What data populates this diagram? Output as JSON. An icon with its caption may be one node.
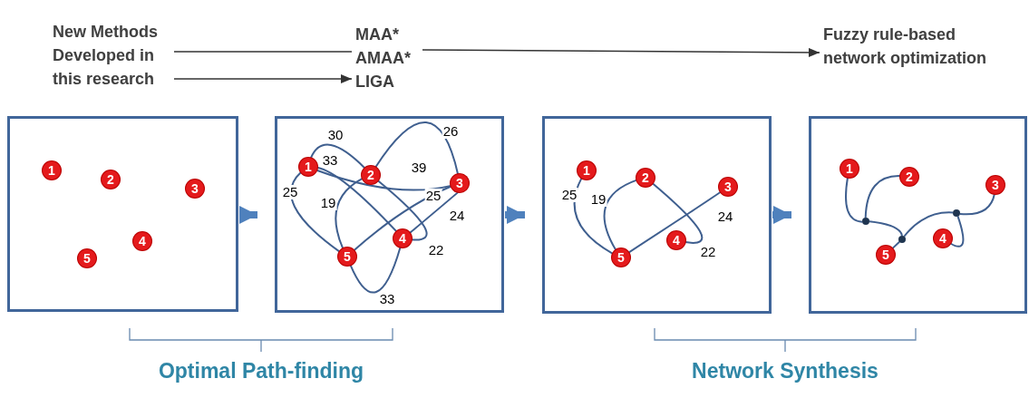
{
  "diagram": {
    "nodes": [
      {
        "text": [
          "New Methods Developed in this research"
        ]
      },
      {
        "text": [
          "MAA* AMAA* LIGA"
        ]
      },
      {
        "text": [
          "Fuzzy rule-based network optimization"
        ]
      },
      {
        "text": [],
        "shape": "box"
      },
      {
        "text": [
          "1"
        ],
        "in": 3
      },
      {
        "text": [
          "2"
        ],
        "in": 3
      },
      {
        "text": [
          "3"
        ],
        "in": 3
      },
      {
        "text": [
          "4"
        ],
        "in": 3
      },
      {
        "text": [
          "5"
        ],
        "in": 3
      },
      {
        "text": [],
        "shape": "box"
      },
      {
        "text": [
          "1"
        ],
        "in": 9
      },
      {
        "text": [
          "2"
        ],
        "in": 9
      },
      {
        "text": [
          "3"
        ],
        "in": 9
      },
      {
        "text": [
          "4"
        ],
        "in": 9
      },
      {
        "text": [
          "5"
        ],
        "in": 9
      },
      {
        "text": [],
        "shape": "box"
      },
      {
        "text": [
          "1"
        ],
        "in": 15
      },
      {
        "text": [
          "2"
        ],
        "in": 15
      },
      {
        "text": [
          "3"
        ],
        "in": 15
      },
      {
        "text": [
          "4"
        ],
        "in": 15
      },
      {
        "text": [
          "5"
        ],
        "in": 15
      },
      {
        "text": [],
        "shape": "box"
      },
      {
        "text": [
          "1"
        ],
        "in": 21
      },
      {
        "text": [
          "2"
        ],
        "in": 21
      },
      {
        "text": [
          "3"
        ],
        "in": 21
      },
      {
        "text": [
          "4"
        ],
        "in": 21
      },
      {
        "text": [
          "5"
        ],
        "in": 21
      },
      {
        "text": [],
        "shape": "circle",
        "in": 21
      },
      {
        "text": [],
        "shape": "circle",
        "in": 21
      },
      {
        "text": [],
        "shape": "circle",
        "in": 21
      }
    ],
    "edges": [
      {
        "from": 0,
        "to": 1,
        "arrow": "none",
        "color": "#333333"
      },
      {
        "from": 0,
        "to": 1,
        "arrow": "to",
        "color": "#333333"
      },
      {
        "from": 1,
        "to": 2,
        "arrow": "to",
        "color": "#333333"
      },
      {
        "from": 3,
        "to": 9,
        "arrow": "to",
        "style": "thick",
        "color": "#4f81bd"
      },
      {
        "from": 9,
        "to": 15,
        "arrow": "to",
        "style": "thick",
        "color": "#4f81bd"
      },
      {
        "from": 15,
        "to": 21,
        "arrow": "to",
        "style": "thick",
        "color": "#4f81bd"
      },
      {
        "from": 10,
        "to": 11,
        "arrow": "none",
        "label": "30"
      },
      {
        "from": 10,
        "to": 13,
        "arrow": "none",
        "label": "33"
      },
      {
        "from": 10,
        "to": 14,
        "arrow": "none",
        "label": "25"
      },
      {
        "from": 11,
        "to": 14,
        "arrow": "none",
        "label": "19"
      },
      {
        "from": 11,
        "to": 12,
        "arrow": "none",
        "label": "26"
      },
      {
        "from": 10,
        "to": 12,
        "arrow": "none",
        "label": "39"
      },
      {
        "from": 12,
        "to": 13,
        "arrow": "none",
        "label": "25"
      },
      {
        "from": 12,
        "to": 14,
        "arrow": "none",
        "label": "24"
      },
      {
        "from": 11,
        "to": 13,
        "arrow": "none",
        "label": "22"
      },
      {
        "from": 13,
        "to": 14,
        "arrow": "none",
        "label": "33"
      },
      {
        "from": 16,
        "to": 20,
        "arrow": "none",
        "label": "25"
      },
      {
        "from": 17,
        "to": 20,
        "arrow": "none",
        "label": "19"
      },
      {
        "from": 18,
        "to": 20,
        "arrow": "none",
        "label": "24"
      },
      {
        "from": 17,
        "to": 19,
        "arrow": "none",
        "label": "22"
      },
      {
        "from": 22,
        "to": 27,
        "arrow": "none"
      },
      {
        "from": 23,
        "to": 27,
        "arrow": "none"
      },
      {
        "from": 27,
        "to": 28,
        "arrow": "none"
      },
      {
        "from": 26,
        "to": 28,
        "arrow": "none"
      },
      {
        "from": 28,
        "to": 29,
        "arrow": "none"
      },
      {
        "from": 24,
        "to": 29,
        "arrow": "none"
      },
      {
        "from": 25,
        "to": 29,
        "arrow": "none"
      }
    ],
    "labels": [
      "Optimal Path-finding",
      "Network Synthesis"
    ]
  }
}
